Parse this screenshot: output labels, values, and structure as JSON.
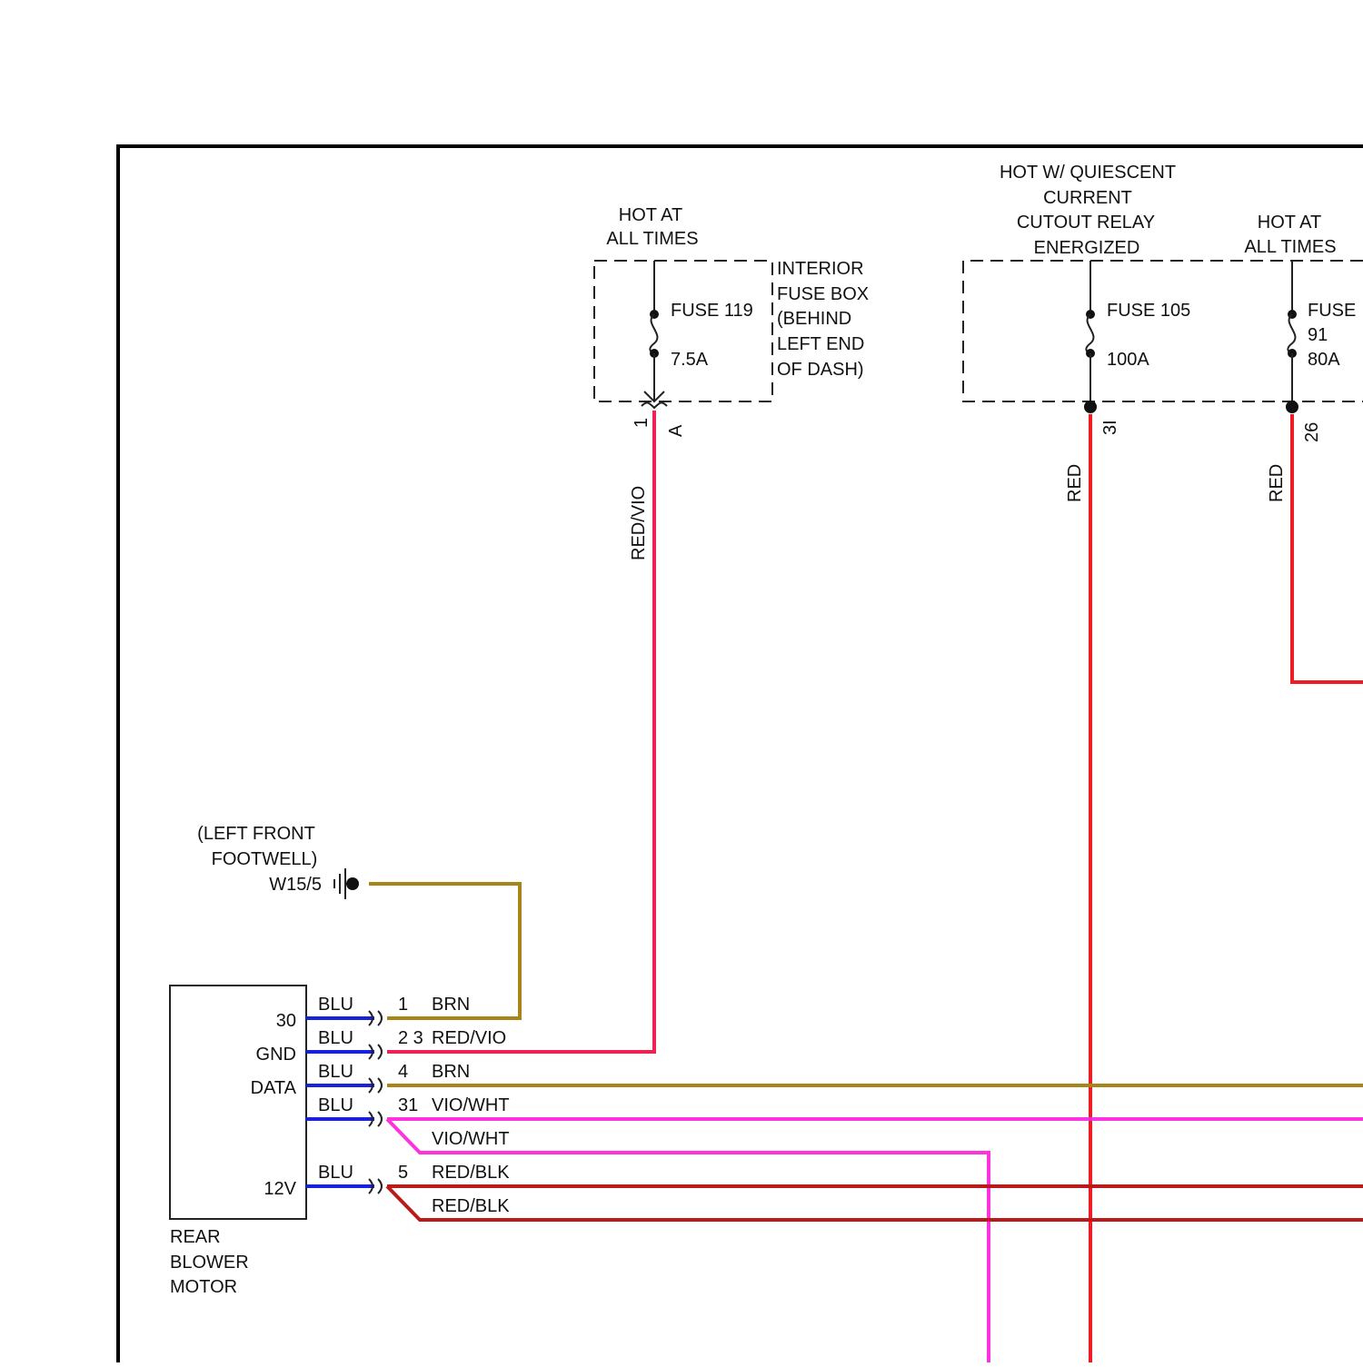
{
  "colors": {
    "red_vio": "#ee2255",
    "red": "#ee1c24",
    "brn": "#a88518",
    "vio_wht": "#ff33dd",
    "red_blk": "#bb1a1a",
    "blu": "#1822dd"
  },
  "fuse_box": {
    "hot_label": [
      "HOT AT",
      "ALL TIMES"
    ],
    "label": [
      "INTERIOR",
      "FUSE BOX",
      "(BEHIND",
      "LEFT END",
      "OF DASH)"
    ],
    "fuse_name": "FUSE 119",
    "fuse_rating": "7.5A",
    "pin": "1",
    "connector": "A",
    "wire_color": "RED/VIO"
  },
  "relay_box": {
    "hot_label": [
      "HOT W/ QUIESCENT",
      "CURRENT",
      "CUTOUT RELAY",
      "ENERGIZED"
    ],
    "fuse_name": "FUSE 105",
    "fuse_rating": "100A",
    "pin": "3I",
    "wire_color": "RED"
  },
  "fuse91": {
    "hot_label": [
      "HOT AT",
      "ALL TIMES"
    ],
    "fuse_name": "FUSE",
    "fuse_num": "91",
    "fuse_rating": "80A",
    "pin": "26",
    "wire_color": "RED"
  },
  "ground": {
    "location": [
      "(LEFT FRONT",
      "FOOTWELL)"
    ],
    "id": "W15/5"
  },
  "motor": {
    "name": [
      "REAR",
      "BLOWER",
      "MOTOR"
    ],
    "pins": [
      "30",
      "GND",
      "DATA",
      "",
      "12V"
    ]
  },
  "harness": {
    "side_colors": [
      "BLU",
      "BLU",
      "BLU",
      "BLU",
      "BLU"
    ],
    "rows": [
      {
        "pin": "1",
        "wire": "BRN"
      },
      {
        "pin": "2 3",
        "wire": "RED/VIO"
      },
      {
        "pin": "4",
        "wire": "BRN"
      },
      {
        "pin": "31",
        "wire": "VIO/WHT"
      },
      {
        "pin": "",
        "wire": "VIO/WHT"
      },
      {
        "pin": "5",
        "wire": "RED/BLK"
      },
      {
        "pin": "",
        "wire": "RED/BLK"
      }
    ]
  }
}
